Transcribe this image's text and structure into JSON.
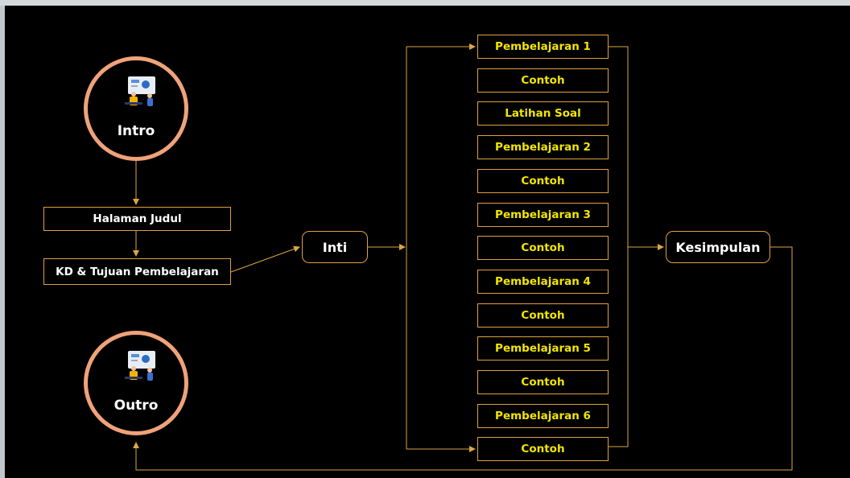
{
  "diagram": {
    "intro": {
      "label": "Intro",
      "icon": "presenter-illustration-icon"
    },
    "outro": {
      "label": "Outro",
      "icon": "presenter-illustration-icon"
    },
    "halaman_judul": "Halaman Judul",
    "kd_tujuan": "KD & Tujuan Pembelajaran",
    "inti": "Inti",
    "kesimpulan": "Kesimpulan",
    "steps": [
      "Pembelajaran 1",
      "Contoh",
      "Latihan Soal",
      "Pembelajaran 2",
      "Contoh",
      "Pembelajaran 3",
      "Contoh",
      "Pembelajaran 4",
      "Contoh",
      "Pembelajaran 5",
      "Contoh",
      "Pembelajaran 6",
      "Contoh"
    ],
    "colors": {
      "background": "#000000",
      "box_border": "#e0a040",
      "box_text": "#f2e600",
      "circle_border": "#f0a27a",
      "connector": "#d9a64a"
    }
  }
}
